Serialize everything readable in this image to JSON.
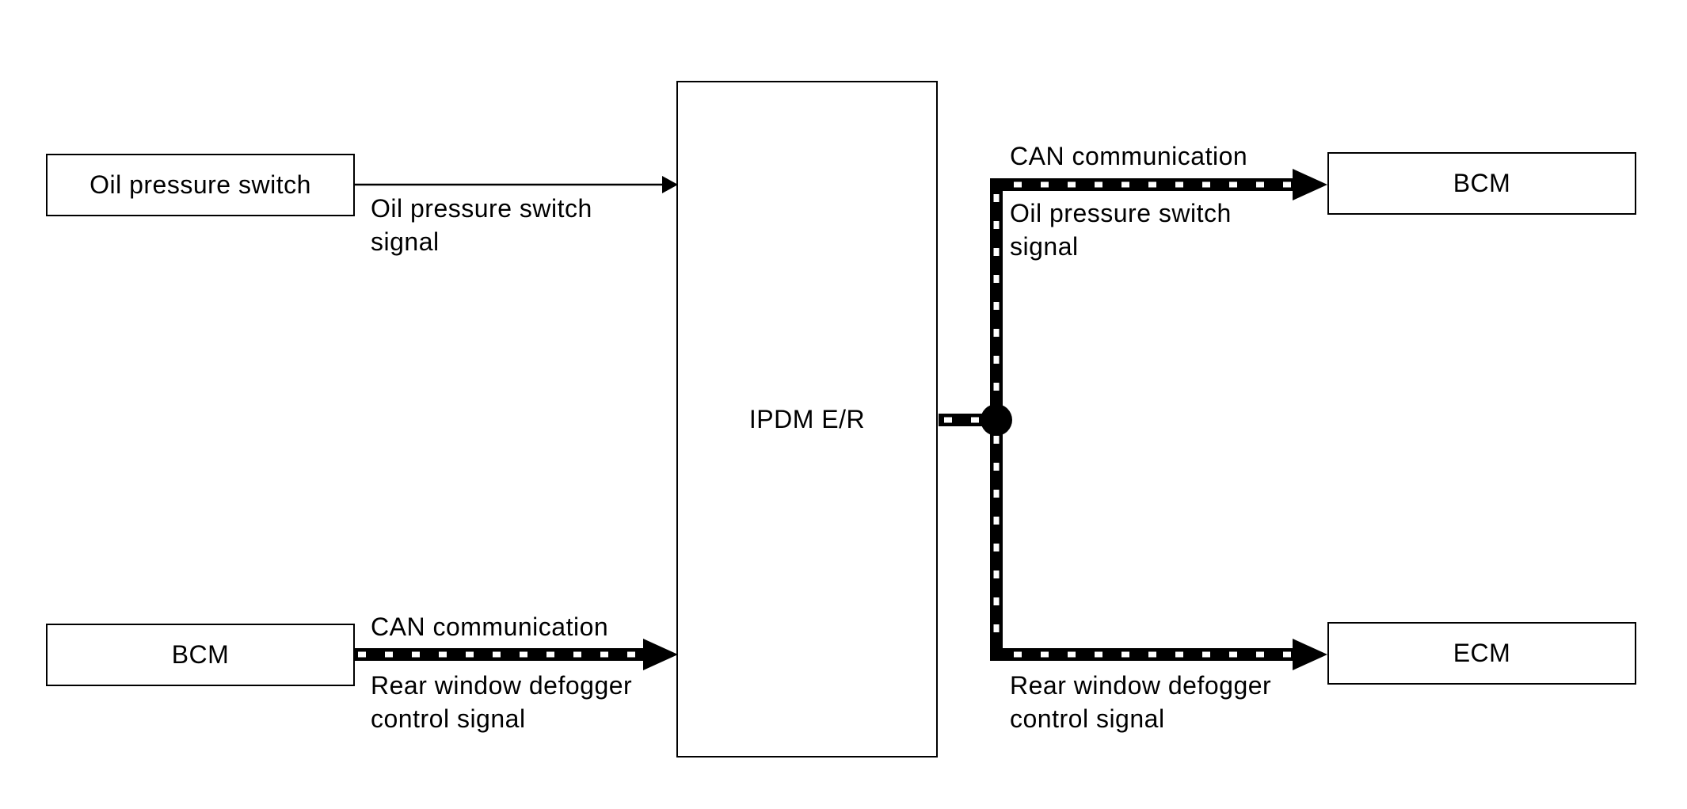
{
  "diagram": {
    "center_box": {
      "label": "IPDM E/R"
    },
    "left_top_box": {
      "label": "Oil pressure switch"
    },
    "left_bottom_box": {
      "label": "BCM"
    },
    "right_top_box": {
      "label": "BCM"
    },
    "right_bottom_box": {
      "label": "ECM"
    },
    "signals": {
      "oil_in": {
        "line1": "Oil pressure switch",
        "line2": "signal"
      },
      "bcm_in": {
        "bus": "CAN communication",
        "line1": "Rear window defogger",
        "line2": "control signal"
      },
      "bcm_out": {
        "bus": "CAN communication",
        "line1": "Oil pressure switch",
        "line2": "signal"
      },
      "ecm_out": {
        "line1": "Rear window defogger",
        "line2": "control signal"
      }
    },
    "legend_styles": {
      "wire_color": "#000000",
      "can_dash_color": "#ffffff"
    }
  }
}
